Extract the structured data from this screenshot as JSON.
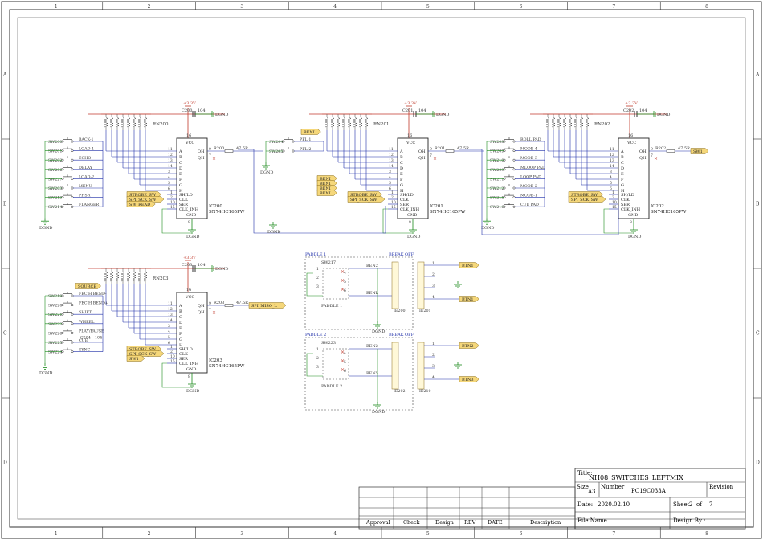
{
  "frame": {
    "cols": [
      "1",
      "2",
      "3",
      "4",
      "5",
      "6",
      "7",
      "8"
    ],
    "rows": [
      "A",
      "B",
      "C",
      "D"
    ]
  },
  "colors": {
    "wire": "#1f2fa8",
    "ground": "#1a8a1a",
    "power": "#c0392b",
    "label_fill": "#f5d77a",
    "frame": "#333333"
  },
  "blocks": [
    {
      "rn": "RN200",
      "chip": "IC200",
      "part": "SN74HC165PW",
      "cap": "C200",
      "cap_val": "104",
      "vcc": "+3.3V",
      "gnd_top": "DGND",
      "gnd_bot": "DGND",
      "gnd_sw": "DGND",
      "r": "R200",
      "r_val": "47.5R",
      "out": "",
      "switches": [
        {
          "ref": "SW200",
          "label": "BACK-1"
        },
        {
          "ref": "SW201",
          "label": "LOAD-1"
        },
        {
          "ref": "SW202",
          "label": "ECHO"
        },
        {
          "ref": "SW206",
          "label": "DELAY"
        },
        {
          "ref": "SW227",
          "label": "LOAD-2"
        },
        {
          "ref": "SW203",
          "label": "MENU"
        },
        {
          "ref": "SW213",
          "label": "PHSR"
        },
        {
          "ref": "SW214",
          "label": "FLANGER"
        }
      ],
      "ctrl": [
        "STROBE_SW",
        "SPI_SCK_SW",
        "SW_READ"
      ]
    },
    {
      "rn": "RN201",
      "chip": "IC201",
      "part": "SN74HC165PW",
      "cap": "C201",
      "cap_val": "104",
      "vcc": "+3.3V",
      "gnd_top": "DGND",
      "gnd_bot": "DGND",
      "gnd_sw": "DGND",
      "r": "R201",
      "r_val": "47.5R",
      "out": "",
      "in_label": "BENI",
      "switches": [
        {
          "ref": "SW204",
          "label": "PFL-1"
        },
        {
          "ref": "SW205",
          "label": "PFL-2"
        }
      ],
      "extra": [
        "BENI",
        "BENI",
        "BENI",
        "BENI"
      ],
      "ctrl": [
        "STROBE_SW",
        "SPI_SCK_SW"
      ]
    },
    {
      "rn": "RN202",
      "chip": "IC202",
      "part": "SN74HC165PW",
      "cap": "C202",
      "cap_val": "104",
      "vcc": "+3.3V",
      "gnd_top": "DGND",
      "gnd_bot": "DGND",
      "gnd_sw": "DGND",
      "r": "R202",
      "r_val": "47.5R",
      "out": "SW1",
      "switches": [
        {
          "ref": "SW208",
          "label": "ROLL PAD"
        },
        {
          "ref": "SW209",
          "label": "MODE-4"
        },
        {
          "ref": "SW210",
          "label": "MODE-3"
        },
        {
          "ref": "SW209",
          "label": "MLOOP PAD"
        },
        {
          "ref": "SW211",
          "label": "LOOP PAD"
        },
        {
          "ref": "SW212",
          "label": "MODE-2"
        },
        {
          "ref": "SW215",
          "label": "MODE-1"
        },
        {
          "ref": "SW216",
          "label": "CUE PAD"
        }
      ],
      "ctrl": [
        "STROBE_SW",
        "SPI_SCK_SW"
      ]
    },
    {
      "rn": "RN203",
      "chip": "IC203",
      "part": "SN74HC165PW",
      "cap": "C203",
      "cap_val": "104",
      "vcc": "+3.3V",
      "gnd_top": "DGND",
      "gnd_bot": "DGND",
      "gnd_sw": "DGND",
      "r": "R203",
      "r_val": "47.5R",
      "out": "SPI_MISO_L",
      "in_label": "SOURCE",
      "switches": [
        {
          "ref": "SW219",
          "label": "FEC H BEND-"
        },
        {
          "ref": "SW220",
          "label": "FEC H BEND+"
        },
        {
          "ref": "SW221",
          "label": "SHIFT"
        },
        {
          "ref": "SW222",
          "label": "WHEEL"
        },
        {
          "ref": "SW226",
          "label": "PLAY/PAUSE"
        },
        {
          "ref": "SW225",
          "label": "CUE"
        },
        {
          "ref": "SW224",
          "label": "SYNC"
        }
      ],
      "cap2": "C204",
      "cap2_val": "104",
      "ctrl": [
        "STROBE_SW",
        "SPI_SCK_SW",
        "SW1"
      ]
    }
  ],
  "pins": {
    "vcc": "VCC",
    "qh": "QH",
    "qhn": "QH",
    "a_h": [
      "A",
      "B",
      "C",
      "D",
      "E",
      "F",
      "G",
      "H"
    ],
    "shld": "SH/LD",
    "clk": "CLK",
    "ser": "SER",
    "clkinh": "CLK_INH",
    "gnd": "GND",
    "n_vcc": "16",
    "n_qh": "9",
    "n_qhn": "7",
    "n_gnd": "8",
    "left_nums": [
      "11",
      "12",
      "13",
      "14",
      "3",
      "4",
      "5",
      "6"
    ],
    "ctrl_nums": [
      "1",
      "2",
      "10",
      "15"
    ]
  },
  "paddles": [
    {
      "frame_label": "PADDLE 1",
      "conn_label": "BREAK OFF",
      "sw": "SW217",
      "sw_label": "PADDLE 1",
      "n1": "BEN2",
      "n2": "BENL",
      "j1": "IE200",
      "j2": "IE201",
      "pins": [
        "1",
        "2",
        "3",
        "4"
      ],
      "sw_pins": [
        "1",
        "2",
        "3",
        "4",
        "5",
        "6"
      ],
      "gnd": "DGND",
      "outs": [
        "BTN1",
        "BTN1"
      ]
    },
    {
      "frame_label": "PADDLE 2",
      "conn_label": "BREAK OFF",
      "sw": "SW223",
      "sw_label": "PADDLE 2",
      "n1": "BEN2",
      "n2": "BEN5",
      "j1": "IE202",
      "j2": "IE210",
      "pins": [
        "1",
        "2",
        "3",
        "4"
      ],
      "sw_pins": [
        "1",
        "2",
        "3",
        "4",
        "5",
        "6"
      ],
      "gnd": "DGND",
      "outs": [
        "BTN2",
        "BTN3"
      ]
    }
  ],
  "titleblock": {
    "title_label": "Title:",
    "title": "NH08_SWITCHES_LEFTMIX",
    "size_label": "Size",
    "size": "A3",
    "number_label": "Number",
    "number": "PC19C033A",
    "revision_label": "Revision",
    "date_label": "Date:",
    "date": "2020.02.10",
    "sheet_label": "Sheet",
    "sheet": "2",
    "of_label": "of",
    "sheets": "7",
    "file_label": "File Name",
    "design_by_label": "Design By :"
  },
  "approval": [
    "Approval",
    "Check",
    "Design",
    "REV",
    "DATE",
    "Description"
  ]
}
